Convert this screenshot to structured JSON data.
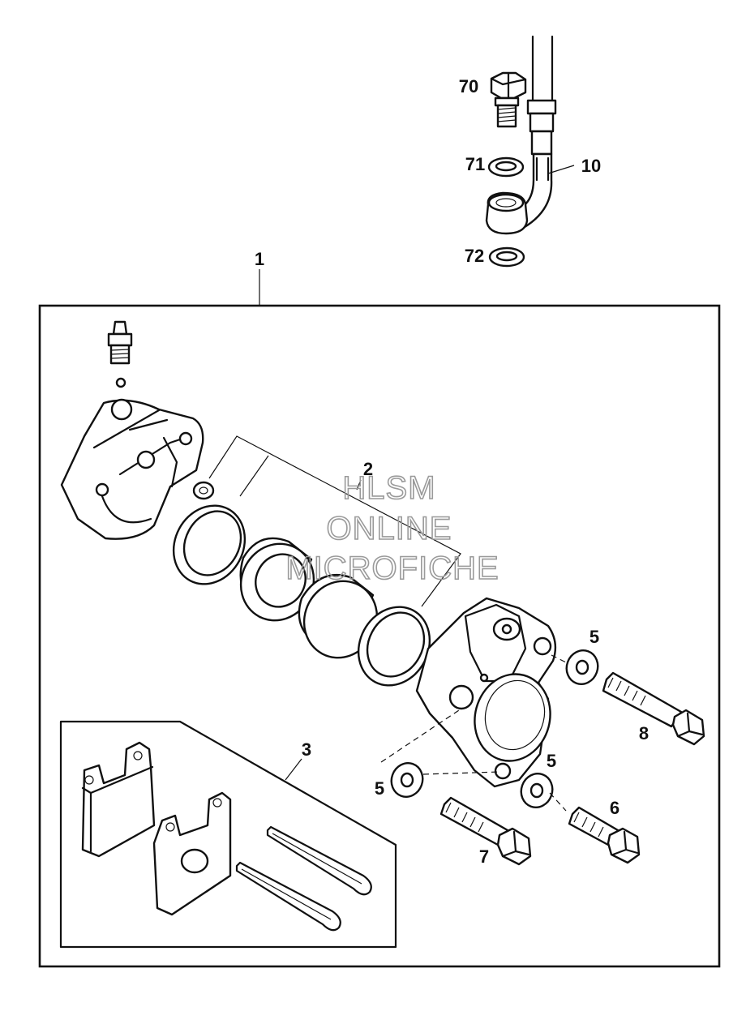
{
  "watermark": {
    "line1": "HLSM",
    "line2": "ONLINE",
    "line3": "MICROFICHE"
  },
  "part_labels": {
    "p1": "1",
    "p2": "2",
    "p3": "3",
    "p5a": "5",
    "p5b": "5",
    "p5c": "5",
    "p6": "6",
    "p7": "7",
    "p8": "8",
    "p10": "10",
    "p70": "70",
    "p71": "71",
    "p72": "72"
  }
}
